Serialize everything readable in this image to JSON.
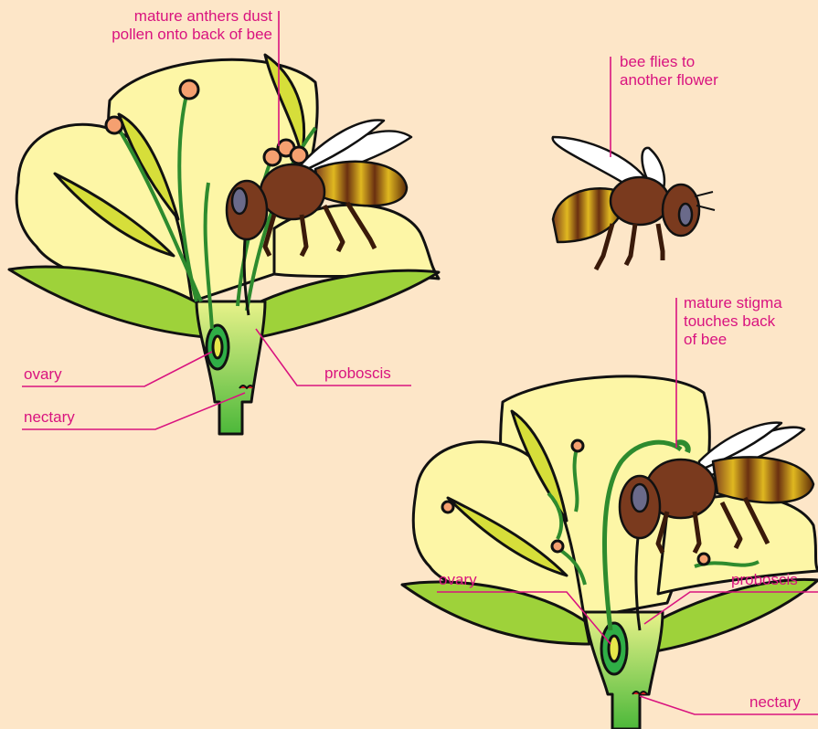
{
  "labels": {
    "anthers_line1": "mature anthers dust",
    "anthers_line2": "pollen onto back of bee",
    "flies_line1": "bee flies to",
    "flies_line2": "another flower",
    "stigma_line1": "mature stigma",
    "stigma_line2": "touches back",
    "stigma_line3": "of bee",
    "ovary_1": "ovary",
    "nectary_1": "nectary",
    "proboscis_1": "proboscis",
    "ovary_2": "ovary",
    "proboscis_2": "proboscis",
    "nectary_2": "nectary"
  },
  "colors": {
    "background": "#fde6c8",
    "petal": "#fdf6a6",
    "petal_shade": "#d6de3a",
    "sepal": "#9ed23a",
    "stem": "#5cc03a",
    "ovary": "#2fae46",
    "bee_body": "#7a3a1e",
    "bee_stripe": "#c9a216",
    "wing": "#ffffff",
    "anther": "#f5a070",
    "label": "#d9137f"
  }
}
